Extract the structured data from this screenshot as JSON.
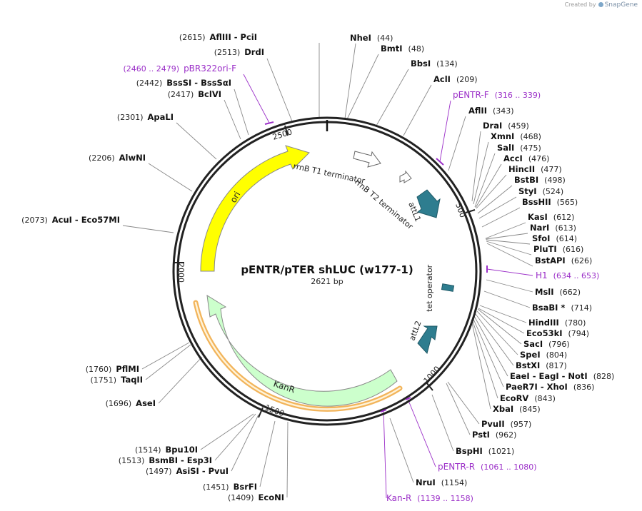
{
  "credit": {
    "prefix": "Created by",
    "brand": "SnapGene"
  },
  "plasmid": {
    "name": "pENTR/pTER shLUC (w177-1)",
    "length_label": "2621 bp"
  },
  "colors": {
    "backbone": "#222222",
    "label": "#111111",
    "number": "#222222",
    "primer": "#9b2fc8",
    "leader": "#888888",
    "ori": "#ffff00",
    "kanr": "#ccffcc",
    "kanr_glow": "#f0a030",
    "att": "#2e7d8f",
    "tet": "#2e7d8f"
  },
  "ticks": [
    "2500",
    "500",
    "2000",
    "1000",
    "1500"
  ],
  "features": [
    {
      "id": "ori",
      "label": "ori"
    },
    {
      "id": "kanr",
      "label": "KanR"
    },
    {
      "id": "rrnb-t1",
      "label": "rrnB T1 terminator"
    },
    {
      "id": "rrnb-t2",
      "label": "rrnB T2 terminator"
    },
    {
      "id": "attl1",
      "label": "attL1"
    },
    {
      "id": "attl2",
      "label": "attL2"
    },
    {
      "id": "tet-operator",
      "label": "tet operator"
    }
  ],
  "sites": [
    {
      "name": "AflIII - PciI",
      "pos": "(2615)",
      "numFirst": true
    },
    {
      "name": "NheI",
      "pos": "(44)"
    },
    {
      "name": "BmtI",
      "pos": "(48)"
    },
    {
      "name": "DrdI",
      "pos": "(2513)",
      "numFirst": true
    },
    {
      "name": "BbsI",
      "pos": "(134)"
    },
    {
      "name": "AclI",
      "pos": "(209)"
    },
    {
      "name": "BssSI - BssSαI",
      "pos": "(2442)",
      "numFirst": true
    },
    {
      "name": "BclVI",
      "pos": "(2417)",
      "numFirst": true
    },
    {
      "name": "AflII",
      "pos": "(343)"
    },
    {
      "name": "ApaLI",
      "pos": "(2301)",
      "numFirst": true
    },
    {
      "name": "DraI",
      "pos": "(459)"
    },
    {
      "name": "XmnI",
      "pos": "(468)"
    },
    {
      "name": "SalI",
      "pos": "(475)"
    },
    {
      "name": "AlwNI",
      "pos": "(2206)",
      "numFirst": true
    },
    {
      "name": "AccI",
      "pos": "(476)"
    },
    {
      "name": "HincII",
      "pos": "(477)"
    },
    {
      "name": "BstBI",
      "pos": "(498)"
    },
    {
      "name": "StyI",
      "pos": "(524)"
    },
    {
      "name": "BssHII",
      "pos": "(565)"
    },
    {
      "name": "AcuI - Eco57MI",
      "pos": "(2073)",
      "numFirst": true
    },
    {
      "name": "KasI",
      "pos": "(612)"
    },
    {
      "name": "NarI",
      "pos": "(613)"
    },
    {
      "name": "SfoI",
      "pos": "(614)"
    },
    {
      "name": "PluTI",
      "pos": "(616)"
    },
    {
      "name": "BstAPI",
      "pos": "(626)"
    },
    {
      "name": "MslI",
      "pos": "(662)"
    },
    {
      "name": "BsaBI *",
      "pos": "(714)"
    },
    {
      "name": "HindIII",
      "pos": "(780)"
    },
    {
      "name": "Eco53kI",
      "pos": "(794)"
    },
    {
      "name": "SacI",
      "pos": "(796)"
    },
    {
      "name": "SpeI",
      "pos": "(804)"
    },
    {
      "name": "BstXI",
      "pos": "(817)"
    },
    {
      "name": "EaeI - EagI - NotI",
      "pos": "(828)"
    },
    {
      "name": "PaeR7I - XhoI",
      "pos": "(836)"
    },
    {
      "name": "PflMI",
      "pos": "(1760)",
      "numFirst": true
    },
    {
      "name": "TaqII",
      "pos": "(1751)",
      "numFirst": true
    },
    {
      "name": "EcoRV",
      "pos": "(843)"
    },
    {
      "name": "XbaI",
      "pos": "(845)"
    },
    {
      "name": "AseI",
      "pos": "(1696)",
      "numFirst": true
    },
    {
      "name": "PvuII",
      "pos": "(957)"
    },
    {
      "name": "PstI",
      "pos": "(962)"
    },
    {
      "name": "BspHI",
      "pos": "(1021)"
    },
    {
      "name": "Bpu10I",
      "pos": "(1514)",
      "numFirst": true
    },
    {
      "name": "BsmBI - Esp3I",
      "pos": "(1513)",
      "numFirst": true
    },
    {
      "name": "AsiSI - PvuI",
      "pos": "(1497)",
      "numFirst": true
    },
    {
      "name": "NruI",
      "pos": "(1154)"
    },
    {
      "name": "BsrFI",
      "pos": "(1451)",
      "numFirst": true
    },
    {
      "name": "EcoNI",
      "pos": "(1409)",
      "numFirst": true
    }
  ],
  "primers": [
    {
      "name": "pBR322ori-F",
      "pos": "(2460 .. 2479)",
      "numFirst": true
    },
    {
      "name": "pENTR-F",
      "pos": "(316 .. 339)"
    },
    {
      "name": "H1",
      "pos": "(634 .. 653)"
    },
    {
      "name": "pENTR-R",
      "pos": "(1061 .. 1080)"
    },
    {
      "name": "Kan-R",
      "pos": "(1139 .. 1158)"
    }
  ]
}
